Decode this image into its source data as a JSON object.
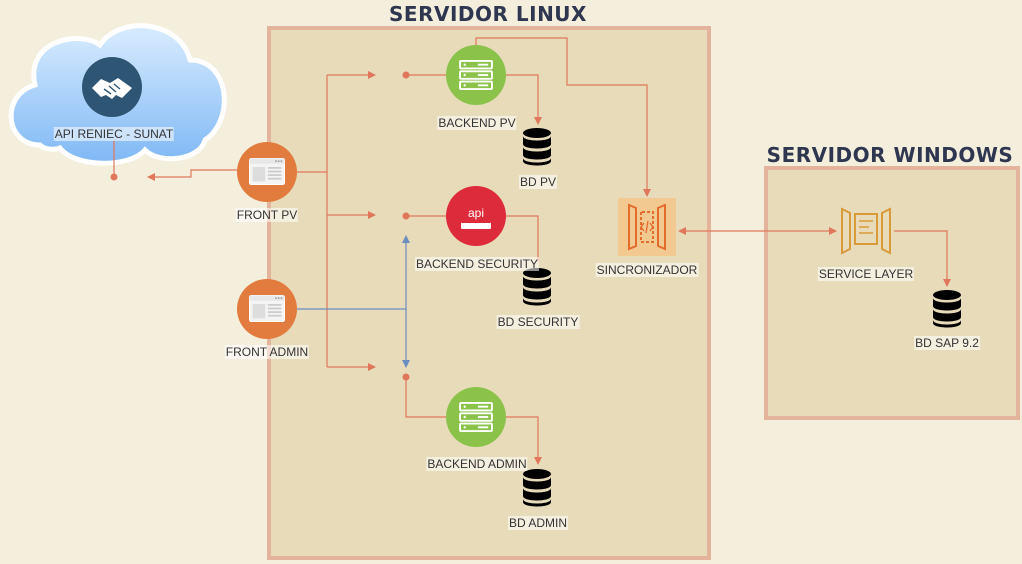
{
  "servers": {
    "linux": {
      "title": "SERVIDOR LINUX"
    },
    "windows": {
      "title": "SERVIDOR WINDOWS"
    }
  },
  "nodes": {
    "api_reniec": {
      "label": "API RENIEC - SUNAT",
      "icon": "handshake-icon"
    },
    "front_pv": {
      "label": "FRONT PV",
      "icon": "browser-window-icon"
    },
    "front_admin": {
      "label": "FRONT ADMIN",
      "icon": "browser-window-icon"
    },
    "backend_pv": {
      "label": "BACKEND PV",
      "icon": "server-icon"
    },
    "backend_security": {
      "label": "BACKEND SECURITY",
      "icon": "api-icon",
      "icon_text": "api"
    },
    "backend_admin": {
      "label": "BACKEND ADMIN",
      "icon": "server-icon"
    },
    "bd_pv": {
      "label": "BD PV",
      "icon": "database-icon"
    },
    "bd_security": {
      "label": "BD SECURITY",
      "icon": "database-icon"
    },
    "bd_admin": {
      "label": "BD ADMIN",
      "icon": "database-icon"
    },
    "sincronizador": {
      "label": "SINCRONIZADOR",
      "icon": "code-gateway-icon"
    },
    "service_layer": {
      "label": "SERVICE LAYER",
      "icon": "service-layer-icon"
    },
    "bd_sap": {
      "label": "BD SAP 9.2",
      "icon": "database-icon"
    }
  },
  "colors": {
    "background": "#f4efdd",
    "server_fill": "#e8dbba",
    "server_border": "#e3b39b",
    "connector_orange": "#e0775a",
    "connector_blue": "#6c8ebf",
    "green_node": "#8bc34a",
    "orange_node": "#e27b3e",
    "red_node": "#dd2b3b",
    "cloud_blue": "#8dc2f8",
    "handshake_circle": "#2e5573"
  }
}
